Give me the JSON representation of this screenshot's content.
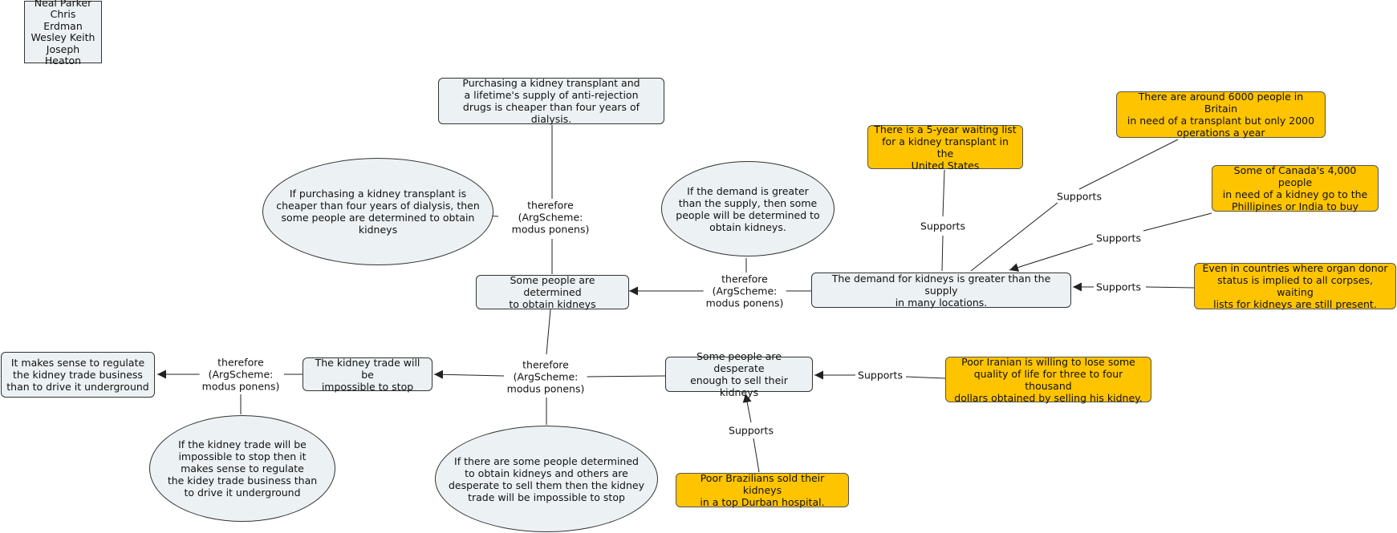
{
  "authors": "Neal Parker\nChris Erdman\nWesley Keith\nJoseph Heaton",
  "nodes": {
    "purchasing_cheaper": "Purchasing a kidney transplant and\na lifetime's supply of anti-rejection\ndrugs is cheaper than four years of dialysis.",
    "if_purchasing": "If purchasing a kidney transplant is\ncheaper than four years of dialysis, then\nsome people are determined to obtain\nkidneys",
    "if_demand": "If the demand is greater\nthan the supply, then some\npeople will be determined to\nobtain kidneys.",
    "determined": "Some people are determined\nto obtain kidneys",
    "demand_greater": "The demand for kidneys is greater than the supply\nin many locations.",
    "waiting_list": "There is a 5-year waiting list\nfor a kidney transplant in the\nUnited States",
    "britain": "There are around 6000 people in Britain\nin need of a transplant but only 2000\noperations a year",
    "canada": "Some of Canada's 4,000 people\nin need of a kidney go to the\nPhillipines or India to buy",
    "donor_status": "Even in countries where organ donor\nstatus is implied to all corpses, waiting\nlists for kidneys are still present.",
    "desperate": "Some people are desperate\nenough to sell their kidneys",
    "iranian": "Poor Iranian is willing to lose some\nquality of life for three to four thousand\ndollars obtained by selling his kidney.",
    "brazilians": "Poor Brazilians sold their kidneys\nin a top Durban hospital.",
    "impossible_stop": "The kidney trade will be\nimpossible to stop",
    "if_some_determined": "If there are some people determined\nto obtain kidneys and others are\ndesperate to sell them then the kidney\ntrade will be impossible to stop",
    "regulate": "It makes sense to regulate\nthe kidney trade business\nthan to drive it underground",
    "if_trade_impossible": "If the kidney trade will be\nimpossible to stop then it\nmakes sense to regulate\nthe kidey trade business than\nto drive it underground"
  },
  "labels": {
    "therefore": "therefore\n(ArgScheme:\nmodus ponens)",
    "supports": "Supports"
  },
  "colors": {
    "claim_fill": "#ecf2f4",
    "evidence_fill": "#ffc400",
    "line": "#222222"
  }
}
